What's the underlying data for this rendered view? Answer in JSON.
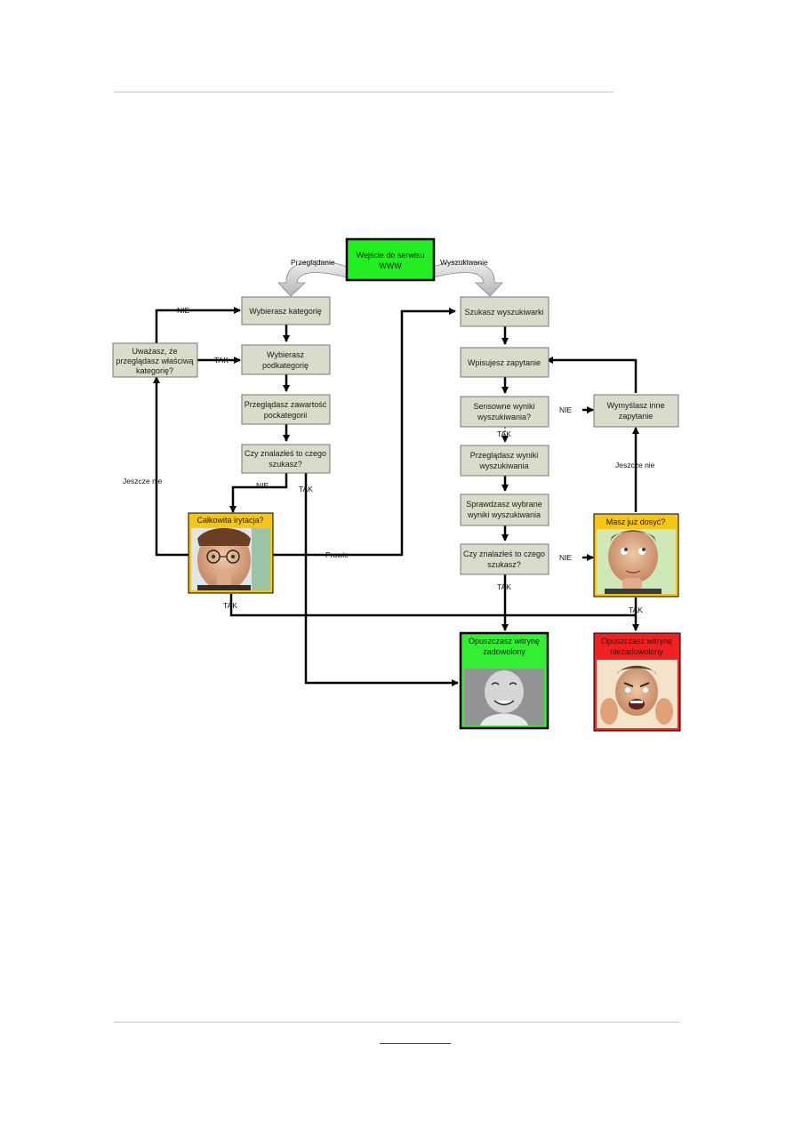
{
  "diagram": {
    "start": {
      "lines": [
        "Wejście do serwisu",
        "WWW"
      ]
    },
    "branch_left": "Przeglądanie",
    "branch_right": "Wyszukiwanie",
    "left_column": {
      "choose_category": "Wybierasz kategorię",
      "choose_subcategory": [
        "Wybierasz",
        "podkategorię"
      ],
      "browse_subcategory": [
        "Przeglądasz zawartość",
        "pockategorii"
      ],
      "found_question": [
        "Czy znalazłeś to czego",
        "szukasz?"
      ],
      "right_category_question": [
        "Uważasz, że",
        "przeglądasz właściwą",
        "kategorię?"
      ],
      "total_irritation": "Całkowita irytacja?"
    },
    "right_column": {
      "find_search": "Szukasz wyszukiwarki",
      "enter_query": "Wpisujesz zapytanie",
      "sensible_results": [
        "Sensowne wyniki",
        "wyszukiwania?"
      ],
      "browse_results": [
        "Przeglądasz wyniki",
        "wyszukiwania"
      ],
      "check_results": [
        "Sprawdzasz wybrane",
        "wyniki wyszukiwania"
      ],
      "found_question": [
        "Czy znalazłeś to czego",
        "szukasz?"
      ],
      "new_query": [
        "Wymyślasz inne",
        "zapytanie"
      ],
      "had_enough": "Masz już dosyć?"
    },
    "exits": {
      "satisfied": [
        "Opuszczasz witrynę",
        "zadowolony"
      ],
      "unsatisfied": [
        "Opuszczasz witrynę",
        "niezadowolony"
      ]
    },
    "labels": {
      "nie_top": "NIE",
      "tak_category": "TAK",
      "nie_found_left": "NIE",
      "tak_found_left": "TAK",
      "jeszcze_nie_left": "Jeszcze nie",
      "prawie": "Prawie",
      "tak_irritation": "TAK",
      "nie_sensible": "NIE",
      "tak_sensible": "TAK",
      "nie_found_right": "NIE",
      "tak_found_right": "TAK",
      "jeszcze_nie_right": "Jeszcze nie",
      "tak_enough": "TAK"
    },
    "colors": {
      "process_fill": "#d9dccb",
      "start_fill": "#22ee22",
      "decision_header": "#f5c518",
      "satisfied_header": "#33ee33",
      "unsatisfied_header": "#ee2222",
      "arrow": "#000000"
    }
  }
}
